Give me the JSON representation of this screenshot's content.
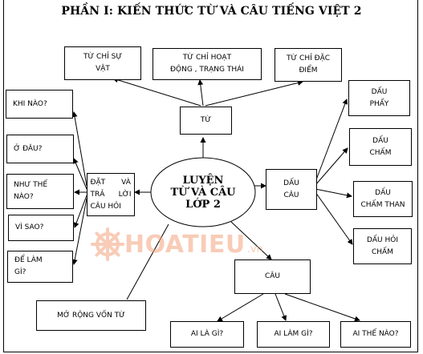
{
  "title": "PHẦN I: KIẾN THỨC TỪ VÀ CÂU TIẾNG VIỆT 2",
  "center": "LUYỆN\nTỪ VÀ CÂU\nLỚP 2",
  "tu": {
    "label": "TỪ",
    "children": [
      "TỪ CHỈ SỰ\nVẬT",
      "TỪ CHỈ HOẠT\nĐỘNG , TRẠNG THÁI",
      "TỪ CHỈ ĐẶC\nĐIỂM"
    ]
  },
  "dau_cau": {
    "label": "DẤU\nCÂU",
    "children": [
      "DẤU\nPHẨY",
      "DẤU\nCHẤM",
      "DẤU\nCHẤM THAN",
      "DẤU HỎI\nCHẤM"
    ]
  },
  "cau": {
    "label": "CÂU",
    "children": [
      "AI LÀ GÌ?",
      "AI LÀM GÌ?",
      "AI THẾ NÀO?"
    ]
  },
  "dat_cau_hoi": {
    "label": "ĐẶT       VÀ\nTRẢ      LỜI\nCÂU HỎI",
    "children": [
      "KHI NÀO?",
      "Ở ĐÂU?",
      "NHƯ THẾ\nNÀO?",
      "VÌ SAO?",
      "ĐỂ LÀM\nGÌ?"
    ]
  },
  "mo_rong_von_tu": "MỞ RỘNG VỐN TỪ",
  "watermark": {
    "text": "HOATIEU",
    "suffix": ".vn",
    "color": "#f4a37e"
  }
}
